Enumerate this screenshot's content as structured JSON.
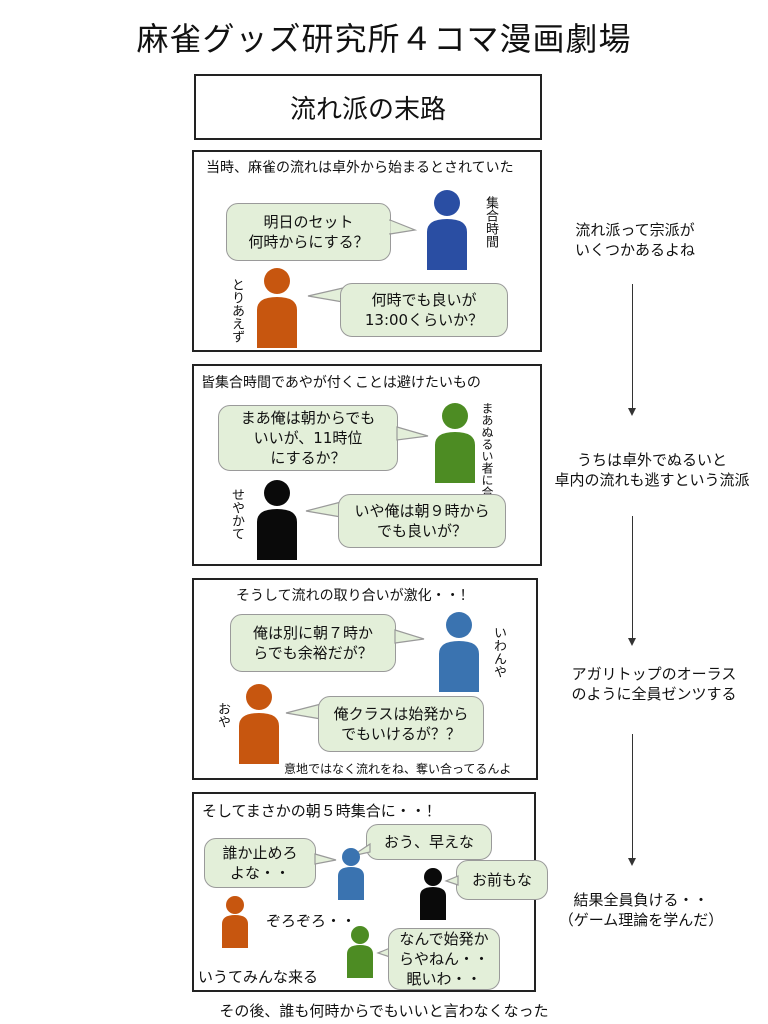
{
  "title": "麻雀グッズ研究所４コマ漫画劇場",
  "subtitle": "流れ派の末路",
  "colors": {
    "blue": "#2a4ea3",
    "orange": "#c7560f",
    "green": "#4d8c23",
    "black": "#0a0a0a",
    "bluelight": "#3a73b0",
    "bubble": "#e3efd9"
  },
  "panels": [
    {
      "caption": "当時、麻雀の流れは卓外から始まるとされていた",
      "bubbles": [
        "明日のセット\n何時からにする？",
        "何時でも良いが\n13:00くらいか？"
      ],
      "names": [
        "集合時間",
        "とりあえず"
      ]
    },
    {
      "caption": "皆集合時間であやが付くことは避けたいもの",
      "bubbles": [
        "まあ俺は朝からでも\nいいが、11時位\nにするか？",
        "いや俺は朝９時から\nでも良いが？"
      ],
      "names": [
        "まあぬるい者に合わせて",
        "せやかて"
      ]
    },
    {
      "caption": "そうして流れの取り合いが激化・・！",
      "bubbles": [
        "俺は別に朝７時か\nらでも余裕だが？",
        "俺クラスは始発から\nでもいけるが？？"
      ],
      "names": [
        "いわんや",
        "おや"
      ],
      "footer": "意地ではなく流れをね、奪い合ってるんよ"
    },
    {
      "caption": "そしてまさかの朝５時集合に・・！",
      "bubbles": [
        "誰か止めろ\nよな・・",
        "おう、早えな",
        "お前もな",
        "なんで始発か\nらやねん・・\n眠いわ・・"
      ],
      "texts": [
        "ぞろぞろ・・",
        "いうてみんな来る"
      ]
    }
  ],
  "bottom_text": "その後、誰も何時からでもいいと言わなくなった",
  "side_notes": [
    "流れ派って宗派が\nいくつかあるよね",
    "うちは卓外でぬるいと\n卓内の流れも逃すという流派",
    "アガリトップのオーラス\nのように全員ゼンツする",
    "結果全員負ける・・\n（ゲーム理論を学んだ）"
  ]
}
